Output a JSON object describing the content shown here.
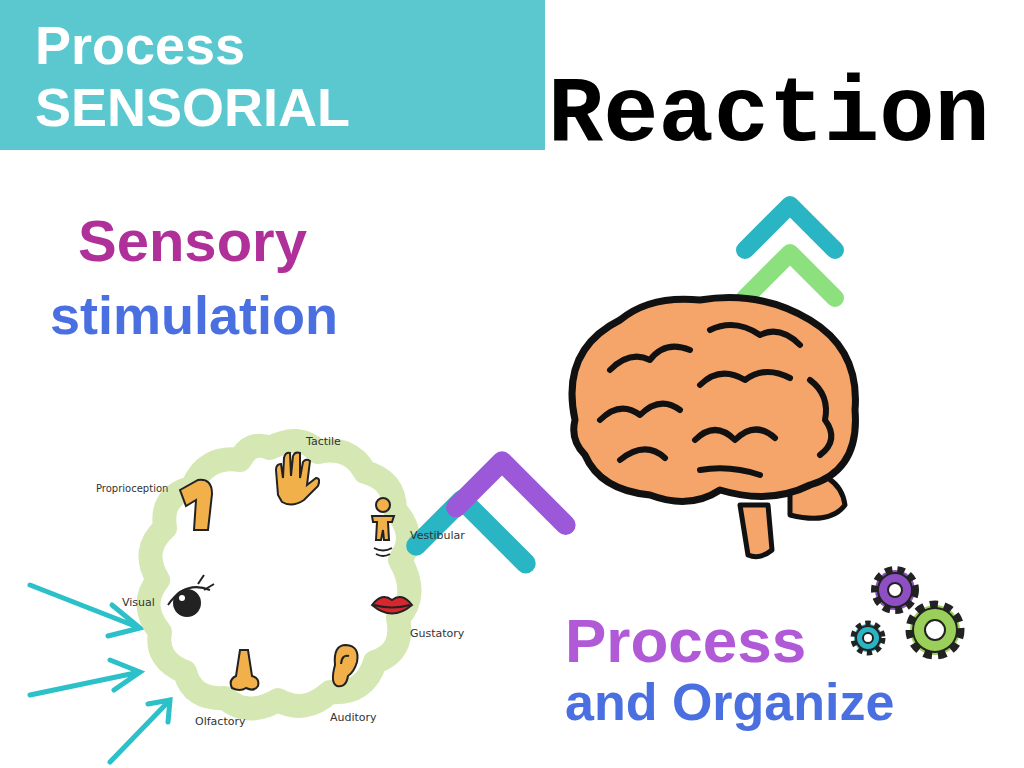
{
  "diagram": {
    "title": "Process SENSORIAL",
    "labels": [
      "Reaction",
      "Sensory",
      "stimulation",
      "Tactile",
      "Vestibular",
      "Gustatory",
      "Auditory",
      "Olfactory",
      "Visual",
      "Proprioception",
      "Process",
      "and Organize"
    ]
  }
}
